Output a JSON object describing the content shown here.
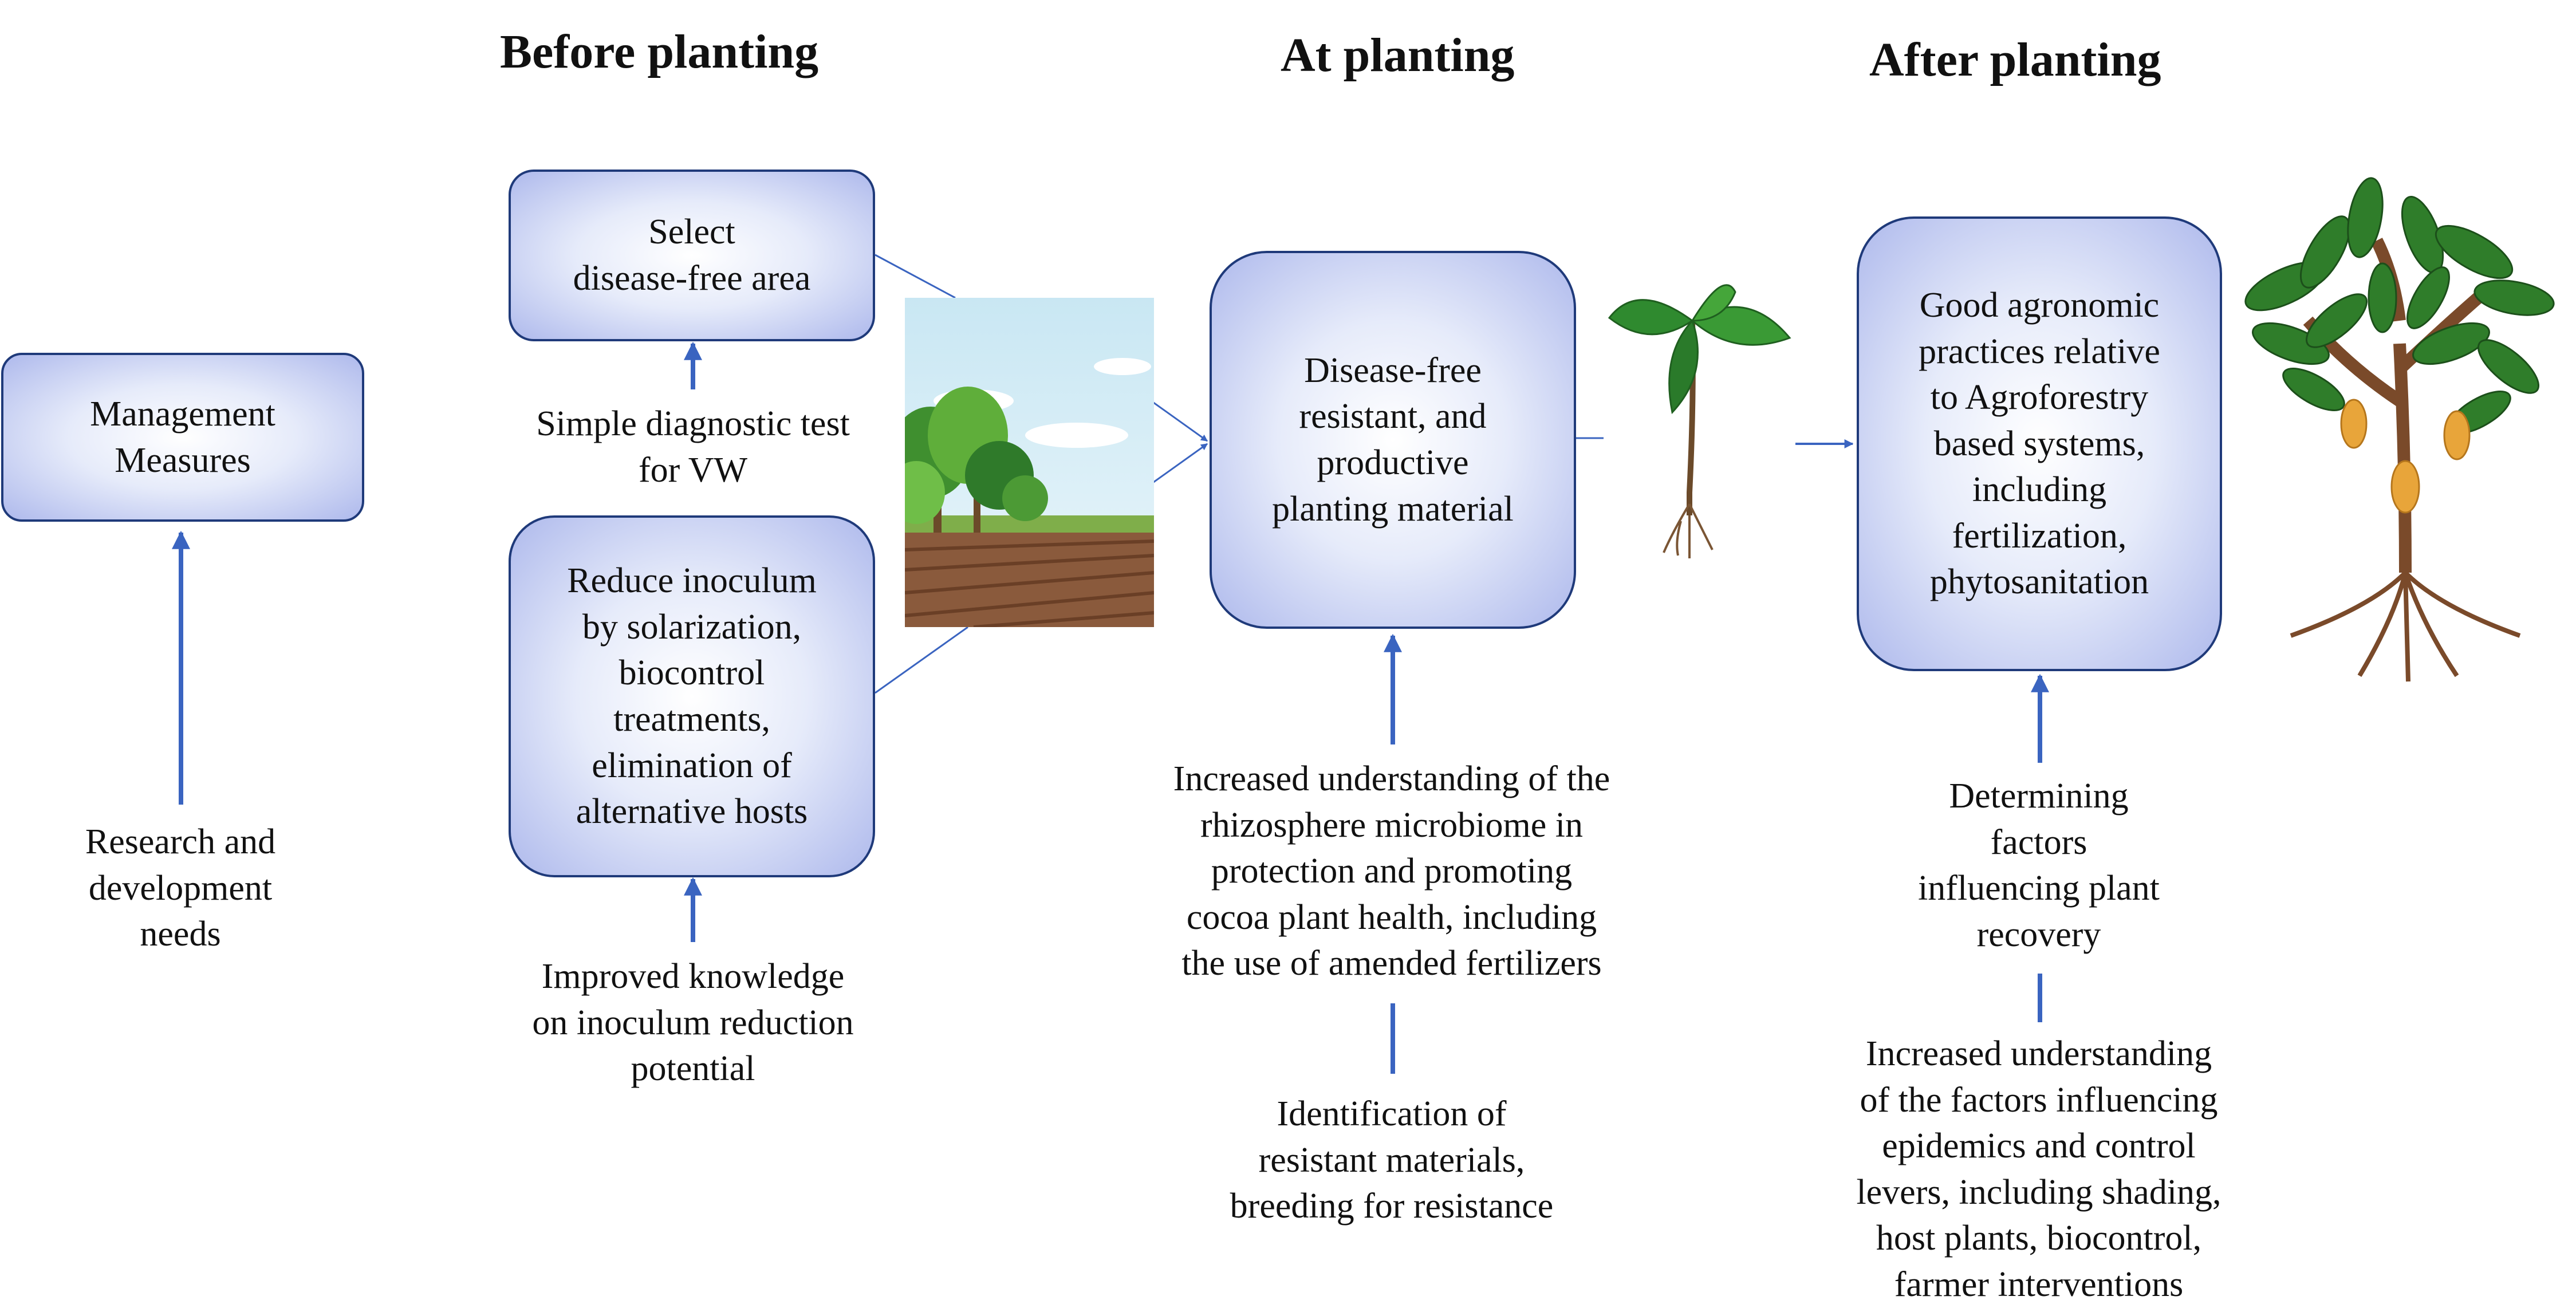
{
  "headings": {
    "before": "Before planting",
    "at": "At planting",
    "after": "After planting"
  },
  "boxes": {
    "management": [
      "Management",
      "Measures"
    ],
    "select_area": [
      "Select",
      "disease-free area"
    ],
    "reduce_inoculum": [
      "Reduce inoculum",
      "by solarization,",
      "biocontrol",
      "treatments,",
      "elimination  of",
      "alternative hosts"
    ],
    "planting_material": [
      "Disease-free",
      "resistant, and",
      "productive",
      "planting  material"
    ],
    "agronomic": [
      "Good  agronomic",
      "practices  relative",
      "to Agroforestry",
      "based systems,",
      "including",
      "fertilization,",
      "phytosanitation"
    ]
  },
  "notes": {
    "research": [
      "Research and",
      "development",
      "needs"
    ],
    "diagnostic": [
      "Simple  diagnostic  test",
      "for VW"
    ],
    "knowledge": [
      "Improved knowledge",
      "on inoculum  reduction",
      "potential"
    ],
    "microbiome": [
      "Increased understanding of the",
      "rhizosphere microbiome in",
      "protection and promoting",
      "cocoa plant health, including",
      "the use of amended fertilizers"
    ],
    "resistance": [
      "Identification  of",
      "resistant materials,",
      "breeding  for resistance"
    ],
    "recovery": [
      "Determining",
      "factors",
      "influencing  plant",
      "recovery"
    ],
    "epidemics": [
      "Increased understanding",
      "of the factors influencing",
      "epidemics  and control",
      "levers, including  shading,",
      "host plants, biocontrol,",
      "farmer interventions"
    ]
  },
  "colors": {
    "arrow": "#3a64c0",
    "box_border": "#1f3a7a",
    "box_fill": "#aeb9ec"
  },
  "icons": [
    "field-illustration",
    "seedling-illustration",
    "cocoa-tree-illustration"
  ]
}
